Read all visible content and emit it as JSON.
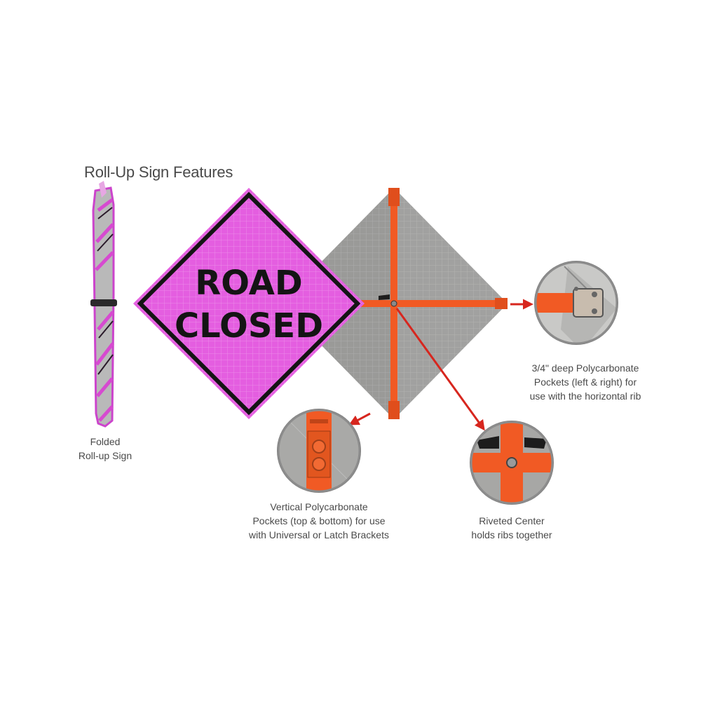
{
  "title": "Roll-Up Sign Features",
  "sign": {
    "line1": "ROAD",
    "line2": "CLOSED",
    "colors": {
      "face": "#e45ee0",
      "border": "#141414",
      "back": "#9a9a98",
      "rib": "#f15a24"
    }
  },
  "captions": {
    "folded": [
      "Folded",
      "Roll-up Sign"
    ],
    "vertical": [
      "Vertical Polycarbonate",
      "Pockets (top & bottom) for use",
      "with Universal or Latch Brackets"
    ],
    "riveted": [
      "Riveted Center",
      "holds ribs together"
    ],
    "deep": [
      "3/4\" deep Polycarbonate",
      "Pockets (left & right) for",
      "use with the horizontal rib"
    ]
  },
  "accent_arrow_color": "#d7261e"
}
